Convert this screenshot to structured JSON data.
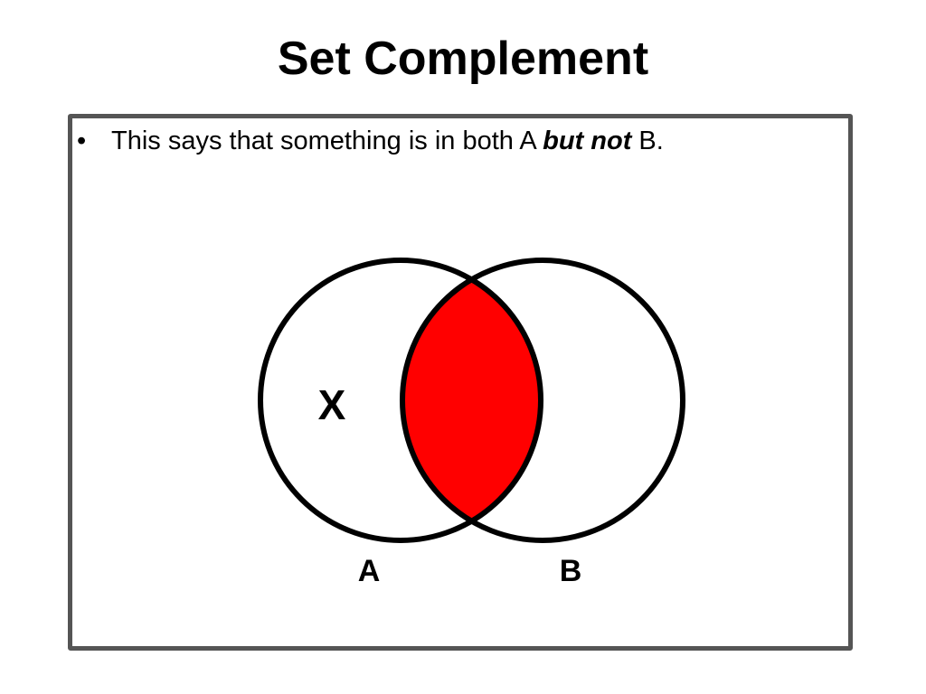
{
  "slide": {
    "title": "Set Complement",
    "bullet": {
      "marker": "•",
      "text_before": "This says that something is in both A ",
      "emphasis": "but not",
      "text_after": " B."
    }
  },
  "diagram": {
    "type": "venn",
    "sets": [
      "A",
      "B"
    ],
    "highlighted_region": "A ∩ B",
    "highlight_color": "#ff0000",
    "outline_color": "#000000",
    "element_marker": "X",
    "element_region": "A only"
  }
}
